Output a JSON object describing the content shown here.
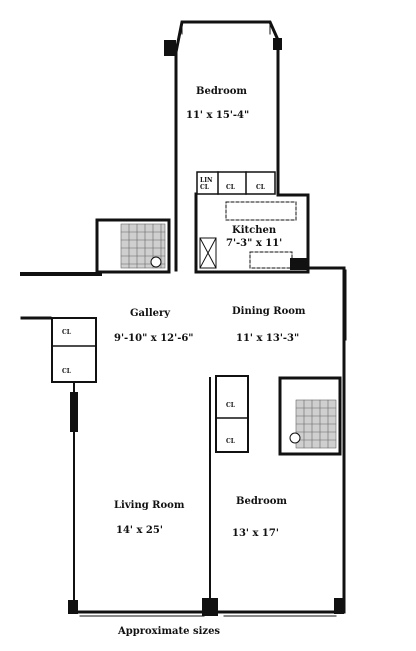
{
  "rooms": {
    "bedroom_top": {
      "name": "Bedroom",
      "dims": "11' x 15'-4\""
    },
    "kitchen": {
      "name": "Kitchen",
      "dims": "7'-3\" x 11'"
    },
    "gallery": {
      "name": "Gallery",
      "dims": "9'-10\" x 12'-6\""
    },
    "dining": {
      "name": "Dining Room",
      "dims": "11' x 13'-3\""
    },
    "living": {
      "name": "Living Room",
      "dims": "14' x 25'"
    },
    "bedroom_bottom": {
      "name": "Bedroom",
      "dims": "13' x 17'"
    }
  },
  "closets": {
    "lin": "LIN CL",
    "cl_label": "CL"
  },
  "footer": {
    "note": "Approximate sizes"
  },
  "colors": {
    "wall": "#111111",
    "tile": "#555555",
    "paper": "#ffffff"
  }
}
